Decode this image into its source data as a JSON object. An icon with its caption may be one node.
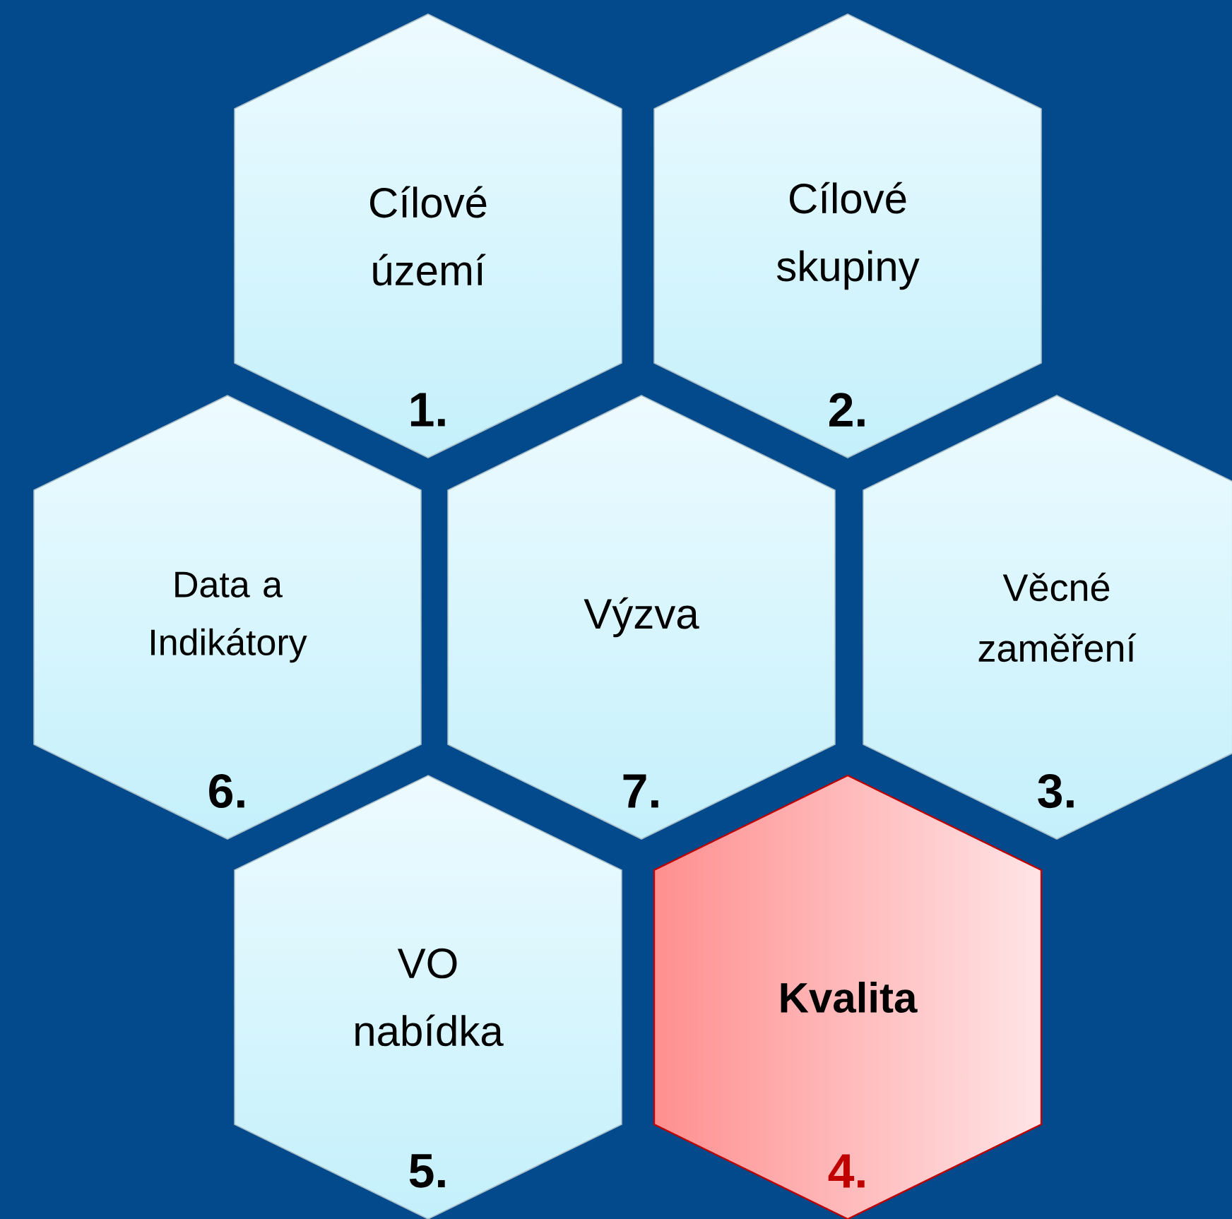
{
  "diagram": {
    "nodes": [
      {
        "text": [
          "Cílové území",
          "1."
        ]
      },
      {
        "text": [
          "Cílové skupiny",
          "2."
        ]
      },
      {
        "text": [
          "Data a Indikátory",
          "6."
        ]
      },
      {
        "text": [
          "Výzva",
          "7."
        ]
      },
      {
        "text": [
          "Věcné zaměření",
          "3."
        ]
      },
      {
        "text": [
          "VO nabídka",
          "5."
        ]
      },
      {
        "text": [
          "Kvalita",
          "4."
        ]
      }
    ]
  }
}
